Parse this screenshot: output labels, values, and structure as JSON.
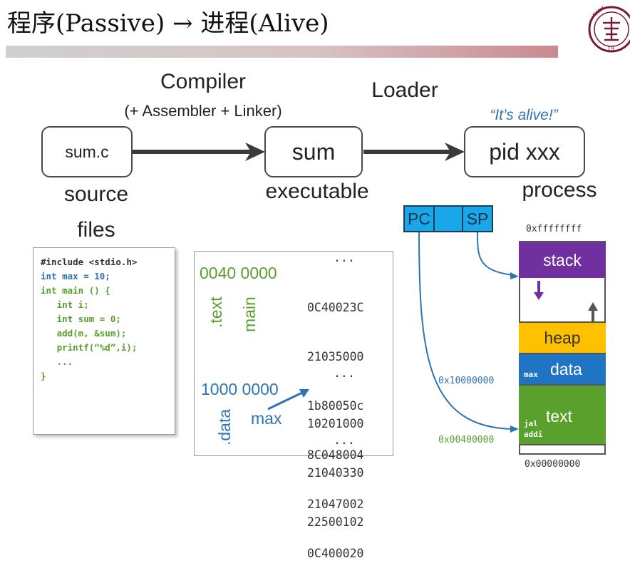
{
  "title": "程序(Passive) → 进程(Alive)",
  "logo": {
    "alt_text": "NANKAI 19"
  },
  "stages": {
    "compiler_label": "Compiler",
    "compiler_sub": "(+ Assembler + Linker)",
    "loader_label": "Loader",
    "alive_note": "“It’s alive!”",
    "source_box": "sum.c",
    "exe_box": "sum",
    "proc_box": "pid xxx",
    "source_caption_1": "source",
    "source_caption_2": "files",
    "exe_caption": "executable",
    "proc_caption": "process"
  },
  "source_code": [
    "#include <stdio.h>",
    "",
    "int max = 10;",
    "",
    "int main () {",
    "   int i;",
    "   int sum = 0;",
    "   add(m, &sum);",
    "   printf(“%d”,i);",
    "   ...",
    "",
    "}"
  ],
  "executable": {
    "text_addr": "0040 0000",
    "text_label": ".text",
    "main_label": "main",
    "data_addr": "1000 0000",
    "data_label": ".data",
    "max_label": "max",
    "dots_top": "...",
    "dots_mid": "...",
    "dots_bottom": "...",
    "hex_text": [
      "0C40023C",
      "21035000",
      "1b80050c",
      "8C048004",
      "21047002",
      "0C400020"
    ],
    "hex_data": [
      "10201000",
      "21040330",
      "22500102"
    ]
  },
  "process": {
    "registers": [
      "PC",
      "",
      "SP"
    ],
    "addr_top": "0xffffffff",
    "addr_bottom": "0x00000000",
    "addr_data": "0x10000000",
    "addr_text": "0x00400000",
    "seg_stack": "stack",
    "seg_heap": "heap",
    "seg_data": "data",
    "seg_data_small": "max",
    "seg_text": "text",
    "seg_text_small_1": "jal",
    "seg_text_small_2": "addi"
  },
  "colors": {
    "green": "#5a9e2f",
    "blue": "#2e74b5",
    "stack": "#7030a0",
    "heap": "#ffc000",
    "data": "#1f75c4",
    "text": "#5aa02c",
    "reg": "#1aa7e8"
  }
}
